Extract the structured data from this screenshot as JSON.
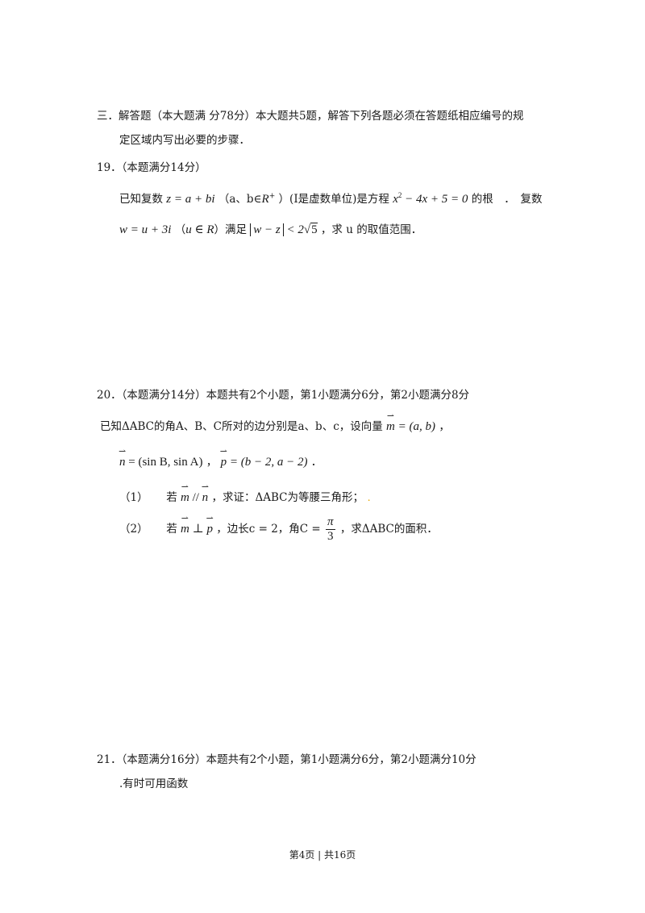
{
  "section3": {
    "line1": "三．解答题（本大题满 分78分）本大题共5题，解答下列各题必须在答题纸相应编号的规",
    "line2": "定区域内写出必要的步骤．"
  },
  "q19": {
    "header": "19．（本题满分14分）",
    "p1_a": "已知复数",
    "p1_m1": "z = a + bi",
    "p1_b": "（a、b∈",
    "p1_m2": "R",
    "p1_sup": "+",
    "p1_c": "）(I是虚数单位)是方程",
    "p1_m3a": "x",
    "p1_m3sup": "2",
    "p1_m3b": " − 4x + 5 = 0",
    "p1_d": "的根　．　复数",
    "p2_m1": "w = u + 3i",
    "p2_a": "（",
    "p2_m2": "u ∈ R",
    "p2_b": "）满足",
    "p2_m3": "w − z",
    "p2_m4": " < 2",
    "p2_m5": "5",
    "p2_c": "，求 u 的取值范围．"
  },
  "q20": {
    "header": "20．（本题满分14分）本题共有2个小题，第1小题满分6分，第2小题满分8分",
    "l1_a": "已知ΔABC的角A、B、C所对的边分别是a、b、c，设向量",
    "l1_v": "m",
    "l1_m": " = (a, b)",
    "l1_b": "，",
    "l2_v1": "n",
    "l2_m1": " = (sin B, sin A)",
    "l2_a": "，",
    "l2_v2": "p",
    "l2_m2": " = (b − 2, a − 2)",
    "l2_b": "．",
    "s1_num": "（1）",
    "s1_a": "若",
    "s1_v1": "m",
    "s1_par": " // ",
    "s1_v2": "n",
    "s1_b": "，求证：ΔABC为等腰三角形；",
    "s1_mark": "．",
    "s2_num": "（2）",
    "s2_a": "若",
    "s2_v1": "m",
    "s2_perp": " ⊥ ",
    "s2_v2": "p",
    "s2_b": "，边长c = 2，角C =",
    "s2_fnum": "π",
    "s2_fden": "3",
    "s2_c": "，求ΔABC的面积．"
  },
  "q21": {
    "header": "21．（本题满分16分）本题共有2个小题，第1小题满分6分，第2小题满分10分",
    "line2": ".有时可用函数"
  },
  "footer": "第4页 | 共16页"
}
